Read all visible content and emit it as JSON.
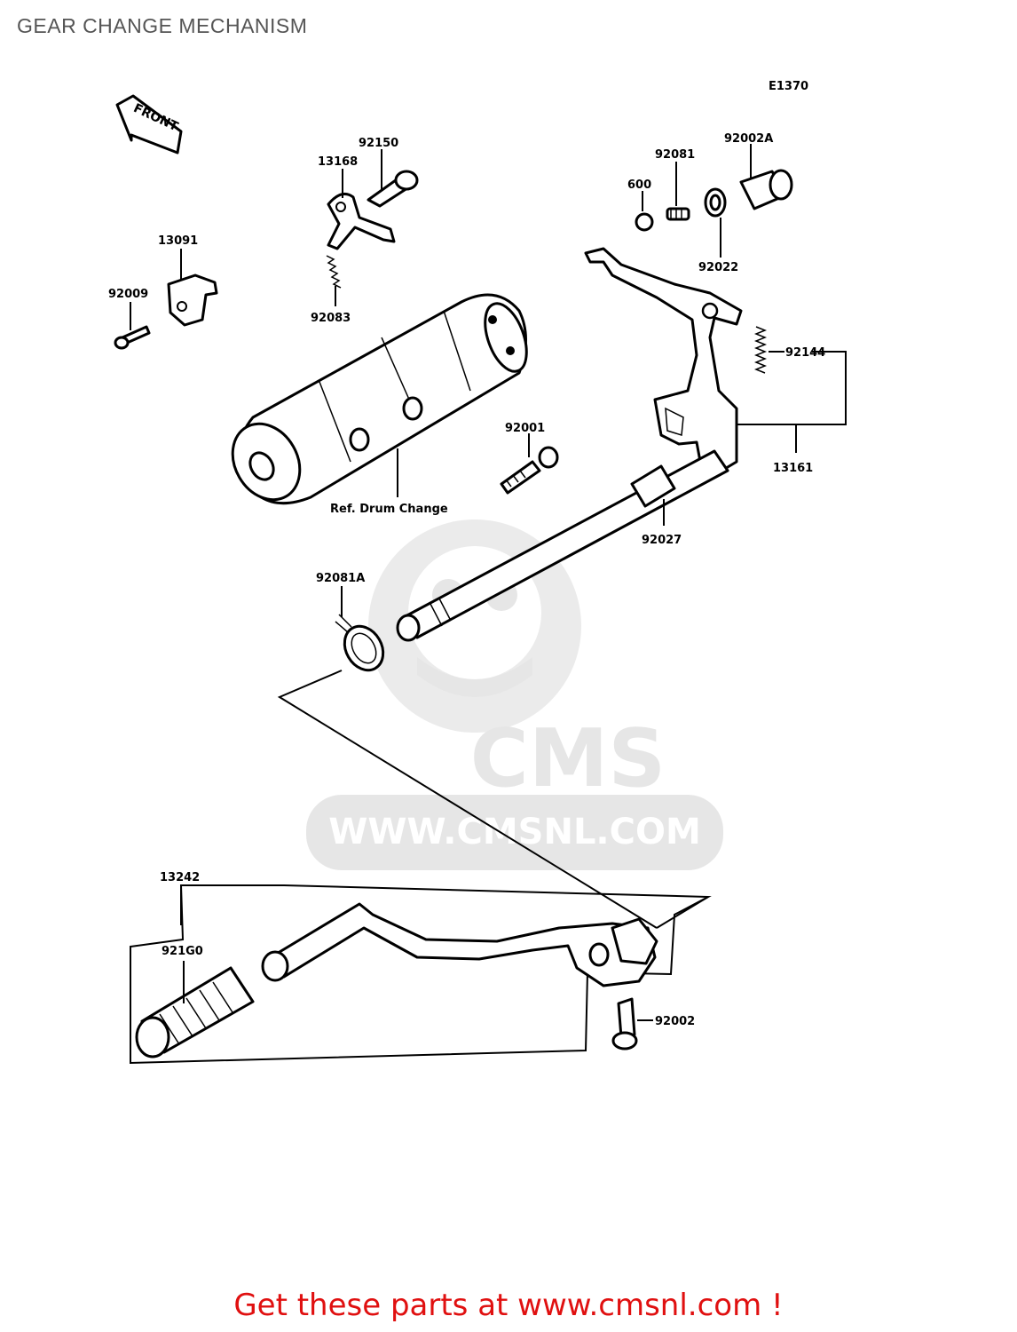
{
  "title": "GEAR CHANGE MECHANISM",
  "diagram_code": "E1370",
  "front_label": "FRONT",
  "watermark": {
    "logo_text": "CMS",
    "url_text": "WWW.CMSNL.COM"
  },
  "parts": {
    "p92150": "92150",
    "p13168": "13168",
    "p92083": "92083",
    "p13091": "13091",
    "p92009": "92009",
    "p92081": "92081",
    "p92002A": "92002A",
    "p600": "600",
    "p92022": "92022",
    "p92144": "92144",
    "p13161": "13161",
    "p92001": "92001",
    "p92027": "92027",
    "p92081A": "92081A",
    "p13242": "13242",
    "p92160": "921G0",
    "p92002": "92002"
  },
  "ref_drum_label": "Ref. Drum Change",
  "footer": "Get these parts at www.cmsnl.com !",
  "colors": {
    "title": "#555555",
    "footer": "#e01010",
    "watermark": "#e6e6e6"
  }
}
